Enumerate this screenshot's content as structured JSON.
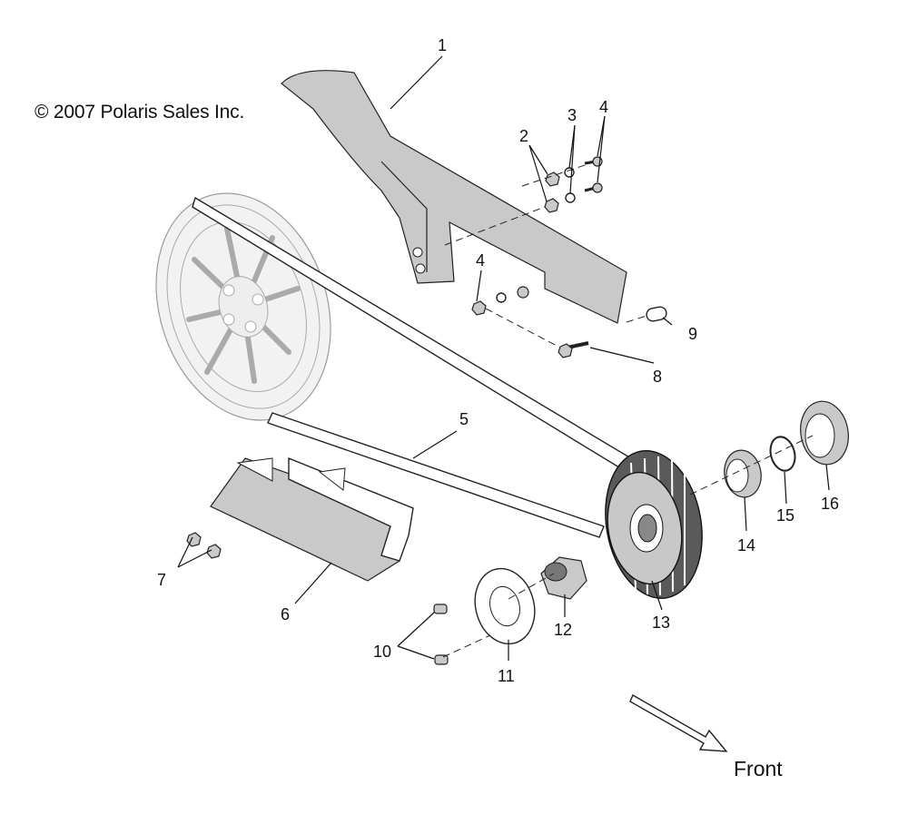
{
  "copyright": "© 2007 Polaris Sales Inc.",
  "direction_label": "Front",
  "callouts": [
    "1",
    "2",
    "3",
    "4",
    "4",
    "5",
    "6",
    "7",
    "8",
    "9",
    "10",
    "11",
    "12",
    "13",
    "14",
    "15",
    "16"
  ]
}
